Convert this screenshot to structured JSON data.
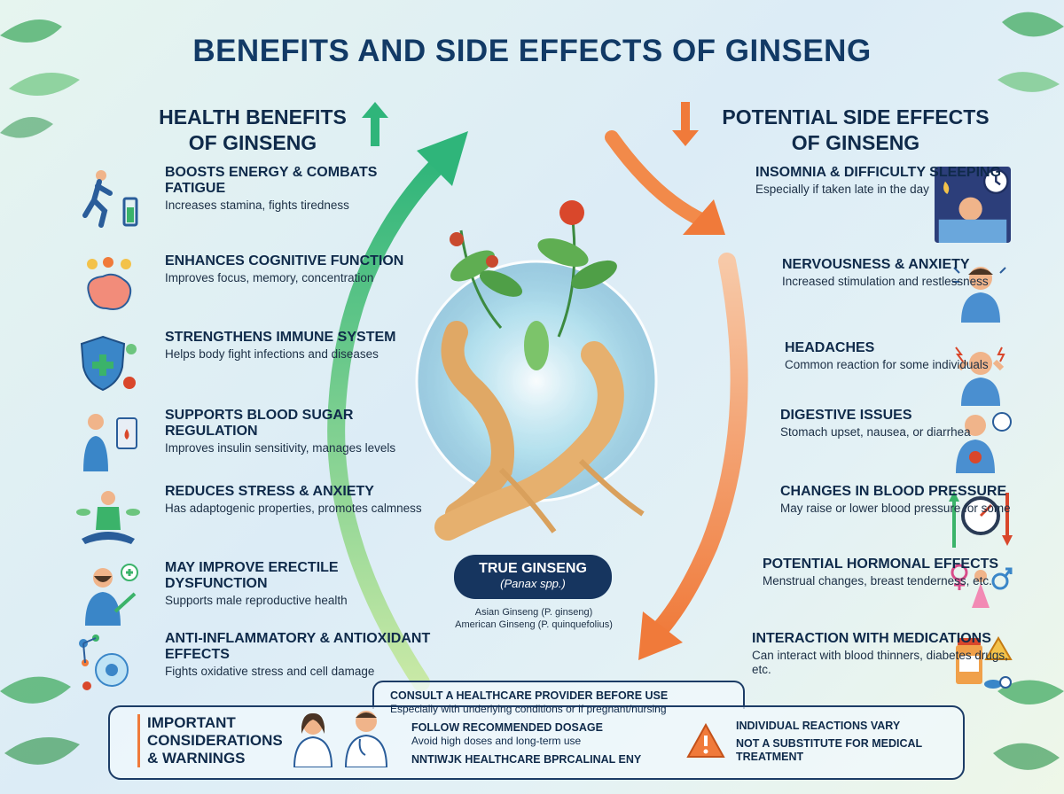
{
  "title": "BENEFITS AND SIDE EFFECTS OF GINSENG",
  "benefits_heading": [
    "HEALTH BENEFITS",
    "OF GINSENG"
  ],
  "side_effects_heading": [
    "POTENTIAL SIDE EFFECTS",
    "OF GINSENG"
  ],
  "benefits": [
    {
      "title": "BOOSTS ENERGY & COMBATS FATIGUE",
      "desc": "Increases stamina, fights tiredness",
      "icon": "runner-battery-icon"
    },
    {
      "title": "ENHANCES COGNITIVE FUNCTION",
      "desc": "Improves focus, memory, concentration",
      "icon": "brain-icon"
    },
    {
      "title": "STRENGTHENS IMMUNE SYSTEM",
      "desc": "Helps body fight infections and diseases",
      "icon": "shield-icon"
    },
    {
      "title": "SUPPORTS BLOOD SUGAR REGULATION",
      "desc": "Improves insulin sensitivity, manages levels",
      "icon": "glucose-meter-icon"
    },
    {
      "title": "REDUCES STRESS & ANXIETY",
      "desc": "Has adaptogenic properties, promotes calmness",
      "icon": "meditation-icon"
    },
    {
      "title": "MAY IMPROVE ERECTILE DYSFUNCTION",
      "desc": "Supports male reproductive health",
      "icon": "male-health-icon"
    },
    {
      "title": "ANTI-INFLAMMATORY & ANTIOXIDANT EFFECTS",
      "desc": "Fights oxidative stress and cell damage",
      "icon": "cell-molecule-icon"
    }
  ],
  "side_effects": [
    {
      "title": "INSOMNIA & DIFFICULTY SLEEPING",
      "desc": "Especially if taken late in the day",
      "icon": "sleepless-icon"
    },
    {
      "title": "NERVOUSNESS & ANXIETY",
      "desc": "Increased stimulation and restlessness",
      "icon": "anxious-person-icon"
    },
    {
      "title": "HEADACHES",
      "desc": "Common reaction for some individuals",
      "icon": "headache-icon"
    },
    {
      "title": "DIGESTIVE ISSUES",
      "desc": "Stomach upset, nausea, or diarrhea",
      "icon": "stomach-ache-icon"
    },
    {
      "title": "CHANGES IN BLOOD PRESSURE",
      "desc": "May raise or lower blood pressure for some",
      "icon": "blood-pressure-gauge-icon"
    },
    {
      "title": "POTENTIAL HORMONAL EFFECTS",
      "desc": "Menstrual changes, breast tenderness, etc.",
      "icon": "gender-symbols-icon"
    },
    {
      "title": "INTERACTION WITH MEDICATIONS",
      "desc": "Can interact with blood thinners, diabetes drugs, etc.",
      "icon": "pill-bottle-icon"
    }
  ],
  "center": {
    "label": "TRUE GINSENG",
    "sublabel": "(Panax spp.)",
    "species_1": "Asian Ginseng (P. ginseng)",
    "species_2": "American Ginseng (P. quinquefolius)"
  },
  "considerations": {
    "title": [
      "IMPORTANT",
      "CONSIDERATIONS",
      "& WARNINGS"
    ],
    "consult": "CONSULT A HEALTHCARE PROVIDER BEFORE USE",
    "consult_sub": "Especially with underlying conditions or if pregnant/nursing",
    "dosage": "FOLLOW RECOMMENDED DOSAGE",
    "dosage_sub": "Avoid high doses and long-term use",
    "garbled": "NNTIWJK HEALTHCARE BPRCALINAL ENY",
    "vary": "INDIVIDUAL REACTIONS VARY",
    "substitute": "NOT A SUBSTITUTE FOR MEDICAL TREATMENT"
  },
  "colors": {
    "benefit_arrow": "#2fb57a",
    "side_arrow": "#f07a3a",
    "navy": "#16355f"
  }
}
